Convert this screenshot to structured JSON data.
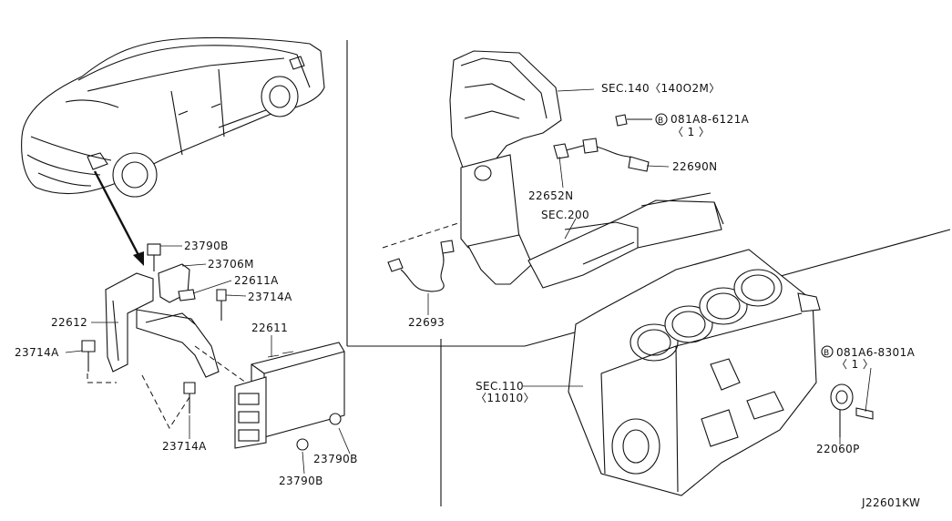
{
  "labels": {
    "p23790b_top": "23790B",
    "p23706m": "23706M",
    "p22611a": "22611A",
    "p23714a_r": "23714A",
    "p22612": "22612",
    "p23714a_l": "23714A",
    "p22611": "22611",
    "p23714a_b": "23714A",
    "p23790b_r": "23790B",
    "p23790b_b": "23790B",
    "sec140": "SEC.140〈140O2M〉",
    "bolt1_code": "081A8-6121A",
    "bolt1_qty": "〈 1 〉",
    "p22690n": "22690N",
    "p22652n": "22652N",
    "sec200": "SEC.200",
    "p22693": "22693",
    "sec110": "SEC.110",
    "sec110_sub": "〈11010〉",
    "bolt2_code": "081A6-8301A",
    "bolt2_qty": "〈 1 〉",
    "p22060p": "22060P",
    "diagram_id": "J22601KW",
    "bolt_symbol": "B"
  }
}
